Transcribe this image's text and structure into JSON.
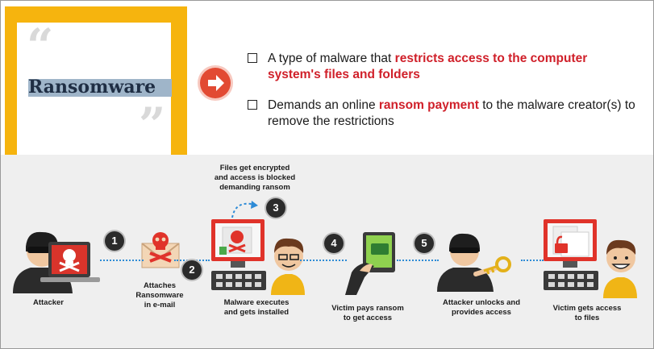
{
  "title": "Ransomware",
  "colors": {
    "accent_yellow": "#f6b40e",
    "accent_red": "#d0202a",
    "arrow_red": "#e24a33",
    "monitor_red": "#e0332a",
    "dots_blue": "#2e8bd6",
    "panel_gray": "#efefef"
  },
  "icons": {
    "open_quote": "open-quote-icon",
    "close_quote": "close-quote-icon",
    "arrow": "right-arrow-icon",
    "checkbox": "checkbox-icon"
  },
  "bullets": [
    {
      "before": "A type of malware that ",
      "highlight": "restricts access to the computer system's files and folders",
      "after": ""
    },
    {
      "before": "Demands an online ",
      "highlight": "ransom payment",
      "after": " to the malware creator(s) to remove the restrictions"
    }
  ],
  "steps": {
    "step1": {
      "number": "1"
    },
    "step2": {
      "number": "2"
    },
    "step3": {
      "number": "3"
    },
    "step4": {
      "number": "4"
    },
    "step5": {
      "number": "5"
    }
  },
  "labels": {
    "attacker": "Attacker",
    "attaches": "Attaches\nRansomware\nin e-mail",
    "encrypted": "Files get encrypted\nand access is blocked\ndemanding ransom",
    "malware_executes": "Malware executes\nand gets installed",
    "victim_pays": "Victim pays ransom\nto get access",
    "attacker_unlocks": "Attacker unlocks and\nprovides access",
    "victim_gets_access": "Victim gets access\nto files"
  }
}
